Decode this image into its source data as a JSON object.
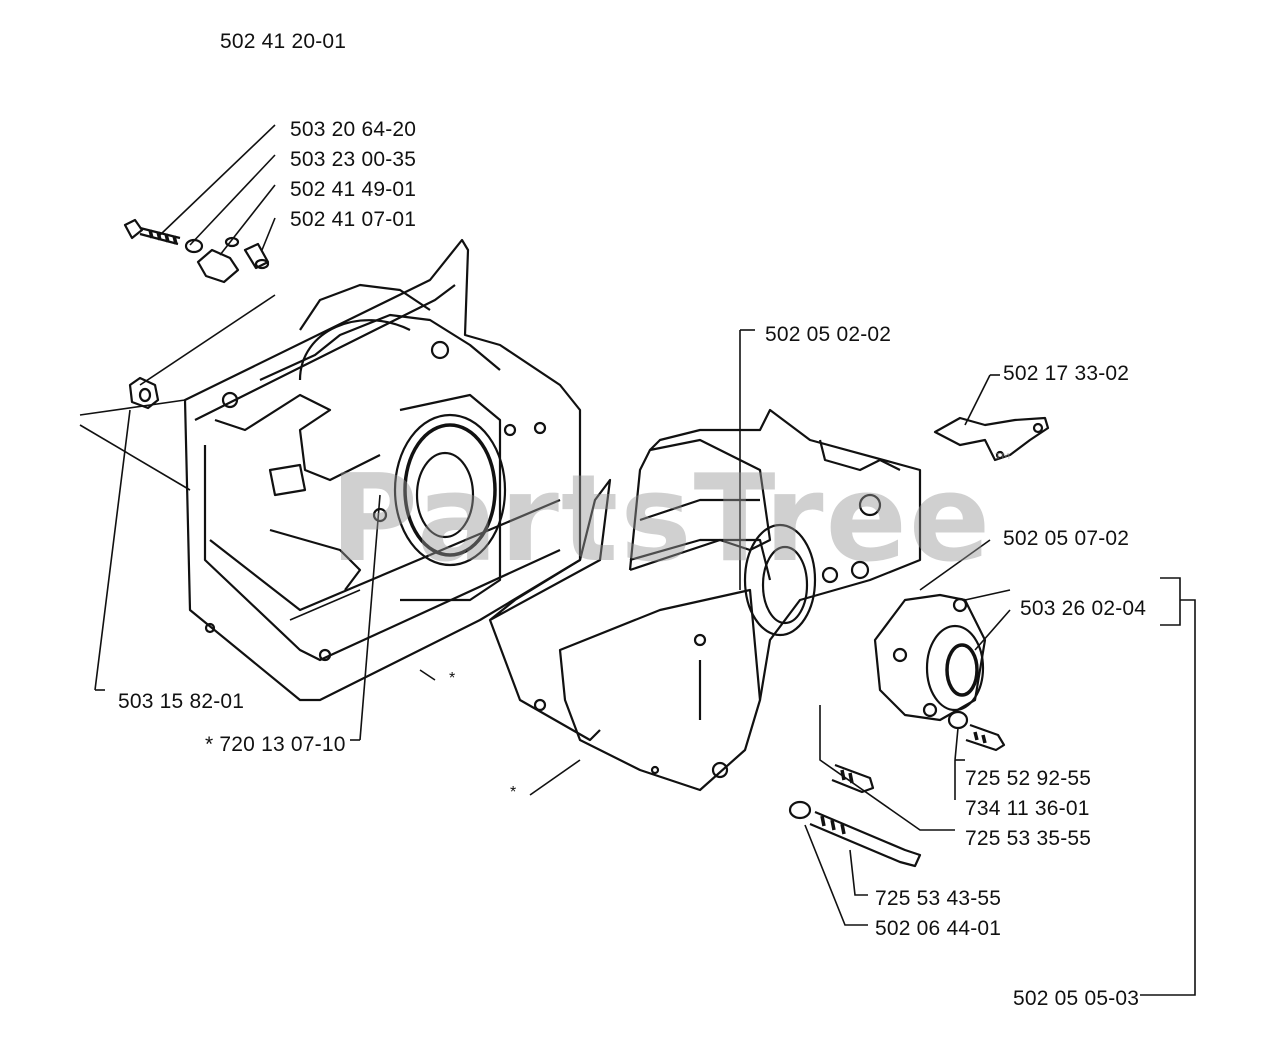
{
  "diagram": {
    "assembly_number": "502 41 20-01",
    "watermark": "PartsTree",
    "watermark_tm": "™",
    "colors": {
      "ink": "#111111",
      "watermark": "#969696",
      "background": "#ffffff"
    },
    "part_labels": [
      "503 20 64-20",
      "503 23 00-35",
      "502 41 49-01",
      "502 41 07-01",
      "502 05 02-02",
      "502 17 33-02",
      "502 05 07-02",
      "503 26 02-04",
      "503 15 82-01",
      "* 720 13 07-10",
      "725 52 92-55",
      "734 11 36-01",
      "725 53 35-55",
      "725 53 43-55",
      "502 06 44-01",
      "502 05 05-03"
    ],
    "asterisk_marks": [
      "*",
      "*"
    ]
  }
}
